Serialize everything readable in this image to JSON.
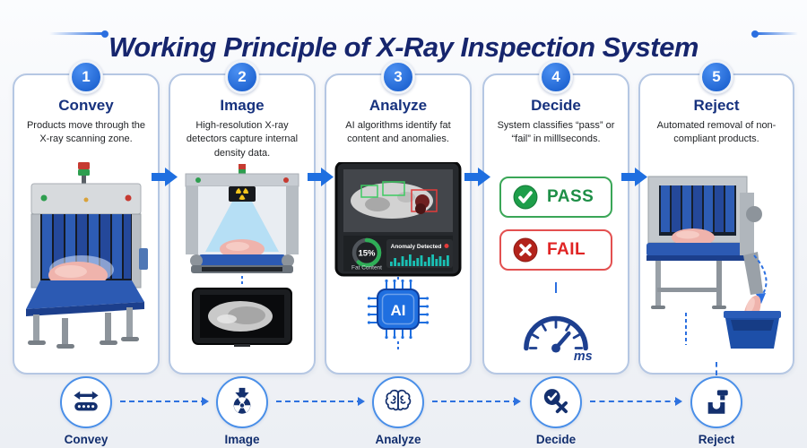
{
  "header": {
    "title": "Working Principle of X-Ray Inspection System"
  },
  "steps": [
    {
      "number": "1",
      "title": "Convey",
      "description": "Products move through the X-ray scanning zone."
    },
    {
      "number": "2",
      "title": "Image",
      "description": "High-resolution X-ray detectors capture internal density data."
    },
    {
      "number": "3",
      "title": "Analyze",
      "description": "AI algorithms identify fat content and anomalies."
    },
    {
      "number": "4",
      "title": "Decide",
      "description": "System classifies “pass” or “fail” in milllseconds."
    },
    {
      "number": "5",
      "title": "Reject",
      "description": "Automated removal of non-compliant products."
    }
  ],
  "analyze_monitor": {
    "gauge_value": "15%",
    "gauge_label": "Fat Content",
    "anomaly_label": "Anomaly Detected"
  },
  "ai_chip": {
    "label": "AI"
  },
  "decide": {
    "pass_label": "PASS",
    "fail_label": "FAIL",
    "speedometer_unit": "ms"
  },
  "footer": {
    "items": [
      {
        "icon": "conveyor-icon",
        "label": "Convey"
      },
      {
        "icon": "radiation-icon",
        "label": "Image"
      },
      {
        "icon": "brain-icon",
        "label": "Analyze"
      },
      {
        "icon": "check-x-icon",
        "label": "Decide"
      },
      {
        "icon": "robot-arm-bin-icon",
        "label": "Reject"
      }
    ]
  },
  "colors": {
    "accent_blue": "#1f6fe0",
    "navy": "#16256d",
    "pass_green": "#1e9e4a",
    "fail_red": "#d92c2c",
    "histogram_teal": "#19c0b4",
    "belt_blue": "#2c5ab3"
  }
}
